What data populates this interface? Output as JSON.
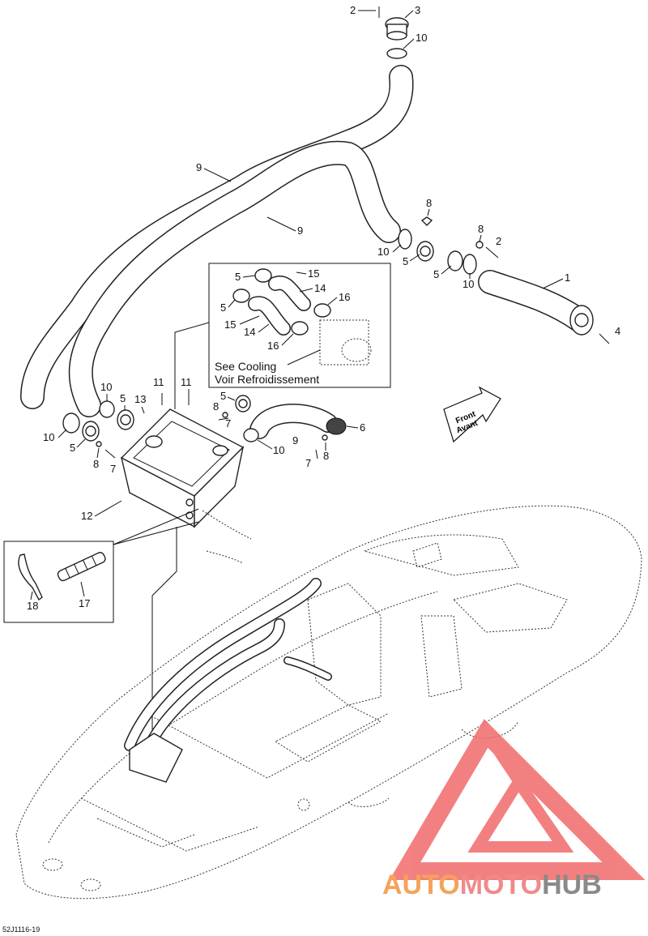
{
  "callouts": {
    "c2_top": "2",
    "c3": "3",
    "c10_top": "10",
    "c9_a": "9",
    "c9_b": "9",
    "c8_r1": "8",
    "c8_r2": "8",
    "c2_r": "2",
    "c10_r1": "10",
    "c5_r1": "5",
    "c5_r2": "5",
    "c10_r2": "10",
    "c1": "1",
    "c4": "4",
    "c5_box1": "5",
    "c15_a": "15",
    "c14_a": "14",
    "c16_a": "16",
    "c5_box2": "5",
    "c15_b": "15",
    "c14_b": "14",
    "c16_b": "16",
    "c10_l1": "10",
    "c5_l1": "5",
    "c13": "13",
    "c11_a": "11",
    "c11_b": "11",
    "c10_l2": "10",
    "c5_l2": "5",
    "c8_l": "8",
    "c7_l": "7",
    "c5_m": "5",
    "c8_m": "8",
    "c7_m": "7",
    "c9_m": "9",
    "c6": "6",
    "c10_m": "10",
    "c7_m2": "7",
    "c8_m2": "8",
    "c12": "12",
    "c18": "18",
    "c17": "17"
  },
  "box_note": {
    "line1": "See Cooling",
    "line2": "Voir Refroidissement"
  },
  "arrow_label": {
    "line1": "Front",
    "line2": "Avant"
  },
  "ref_code": "52J1116-19",
  "watermark": {
    "part1": "AUTO",
    "part2": "MOTO",
    "part3": "HUB",
    "color1": "#f4a35a",
    "color2": "#f08a8a",
    "color3": "#8a8a8a",
    "logo_color": "#f26b6b"
  }
}
